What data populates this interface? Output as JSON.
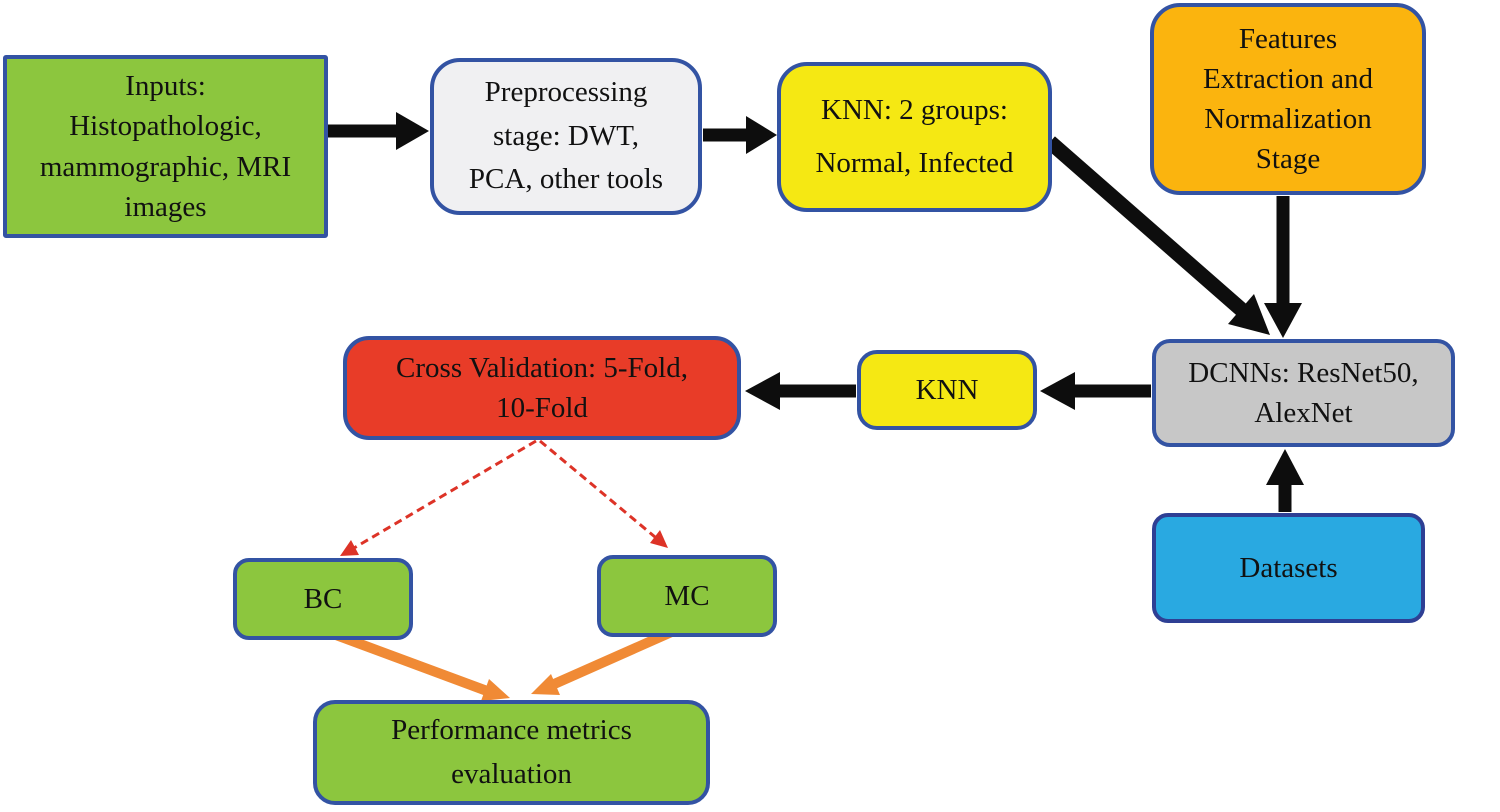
{
  "diagram": {
    "colors": {
      "black_arrow": "#0d0d0d",
      "orange_arrow": "#F08A35",
      "dashed_red": "#DD3327",
      "border_blue": "#3353A3",
      "datasets_border": "#2E3F94",
      "green_fill": "#8CC63E",
      "yellow_fill": "#F5E813",
      "orange_fill": "#FBB40E",
      "gray_fill": "#C7C7C7",
      "lightgray_fill": "#F0F0F2",
      "red_fill": "#E83C28",
      "blue_fill": "#29A9E1"
    },
    "boxes": {
      "inputs": {
        "label": "Inputs:\nHistopathologic,\nmammographic, MRI\nimages",
        "fill": "#8CC63E",
        "border": "#3353A3"
      },
      "preprocessing": {
        "label": "Preprocessing\nstage: DWT,\nPCA, other tools",
        "fill": "#F0F0F2",
        "border": "#3353A3"
      },
      "knn_2_groups": {
        "label": "KNN: 2 groups:\nNormal, Infected",
        "fill": "#F5E813",
        "border": "#3353A3"
      },
      "features_extraction": {
        "label": "Features\nExtraction and\nNormalization\nStage",
        "fill": "#FBB40E",
        "border": "#3353A3"
      },
      "dcnns": {
        "label": "DCNNs: ResNet50,\nAlexNet",
        "fill": "#C7C7C7",
        "border": "#3353A3"
      },
      "knn": {
        "label": "KNN",
        "fill": "#F5E813",
        "border": "#3353A3"
      },
      "cross_validation": {
        "label": "Cross Validation: 5-Fold,\n10-Fold",
        "fill": "#E83C28",
        "border": "#3353A3"
      },
      "datasets": {
        "label": "Datasets",
        "fill": "#29A9E1",
        "border": "#2E3F94"
      },
      "bc": {
        "label": "BC",
        "fill": "#8CC63E",
        "border": "#3353A3"
      },
      "mc": {
        "label": "MC",
        "fill": "#8CC63E",
        "border": "#3353A3"
      },
      "performance": {
        "label": "Performance metrics\nevaluation",
        "fill": "#8CC63E",
        "border": "#3353A3"
      }
    }
  }
}
